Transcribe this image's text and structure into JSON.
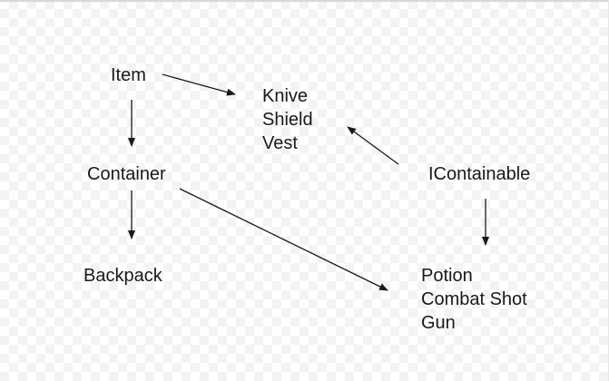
{
  "diagram": {
    "nodes": {
      "item": {
        "lines": [
          "Item"
        ]
      },
      "weapons": {
        "lines": [
          "Knive",
          "Shield",
          "Vest"
        ]
      },
      "container": {
        "lines": [
          "Container"
        ]
      },
      "icontainable": {
        "lines": [
          "IContainable"
        ]
      },
      "backpack": {
        "lines": [
          "Backpack"
        ]
      },
      "consumables": {
        "lines": [
          "Potion",
          "Combat Shot",
          "Gun"
        ]
      }
    },
    "edges": [
      {
        "from": "item",
        "to": "weapons"
      },
      {
        "from": "item",
        "to": "container"
      },
      {
        "from": "icontainable",
        "to": "weapons"
      },
      {
        "from": "container",
        "to": "backpack"
      },
      {
        "from": "container",
        "to": "consumables"
      },
      {
        "from": "icontainable",
        "to": "consumables"
      }
    ],
    "colors": {
      "stroke": "#1a1a1a",
      "text": "#1a1a1a",
      "background": "#ffffff",
      "checker": "#f3f3f3"
    }
  }
}
